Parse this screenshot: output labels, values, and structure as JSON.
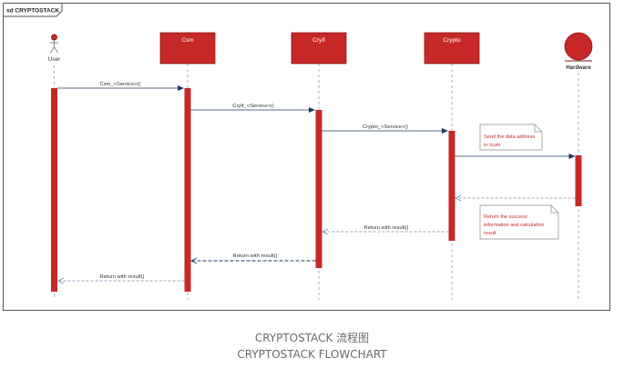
{
  "frame_label": "sd CRYPTOSTACK",
  "lifelines": [
    {
      "id": "user",
      "label": "User",
      "kind": "actor"
    },
    {
      "id": "csm",
      "label": "Csm",
      "kind": "box"
    },
    {
      "id": "cryif",
      "label": "CryIf",
      "kind": "box"
    },
    {
      "id": "crypto",
      "label": "Crypto",
      "kind": "box"
    },
    {
      "id": "hardware",
      "label": "Hardware",
      "kind": "entity"
    }
  ],
  "messages": [
    {
      "from": "user",
      "to": "csm",
      "label": "Csm_<Service>()",
      "type": "sync"
    },
    {
      "from": "csm",
      "to": "cryif",
      "label": "CryIf_<Service>()",
      "type": "sync"
    },
    {
      "from": "cryif",
      "to": "crypto",
      "label": "Crypto_<Service>()",
      "type": "sync"
    },
    {
      "from": "crypto",
      "to": "hardware",
      "label": "",
      "type": "sync"
    },
    {
      "from": "hardware",
      "to": "crypto",
      "label": "",
      "type": "return"
    },
    {
      "from": "crypto",
      "to": "cryif",
      "label": "Return with result()",
      "type": "return"
    },
    {
      "from": "cryif",
      "to": "csm",
      "label": "Return with result()",
      "type": "return-dark"
    },
    {
      "from": "csm",
      "to": "user",
      "label": "Return with result()",
      "type": "return"
    }
  ],
  "notes": [
    {
      "lines": [
        "Send the data address",
        "to Icum"
      ]
    },
    {
      "lines": [
        "Return the success",
        "information and calculation",
        "result"
      ]
    }
  ],
  "caption": {
    "chinese": "CRYPTOSTACK 流程图",
    "english": "CRYPTOSTACK FLOWCHART"
  },
  "colors": {
    "lifeline_fill": "#c62828",
    "lifeline_border": "#8b1a1a",
    "activation": "#c62828",
    "note_text": "#c62828",
    "message_line": "#1f3a5f",
    "frame": "#555555",
    "caption_text": "#6b6b6b"
  }
}
